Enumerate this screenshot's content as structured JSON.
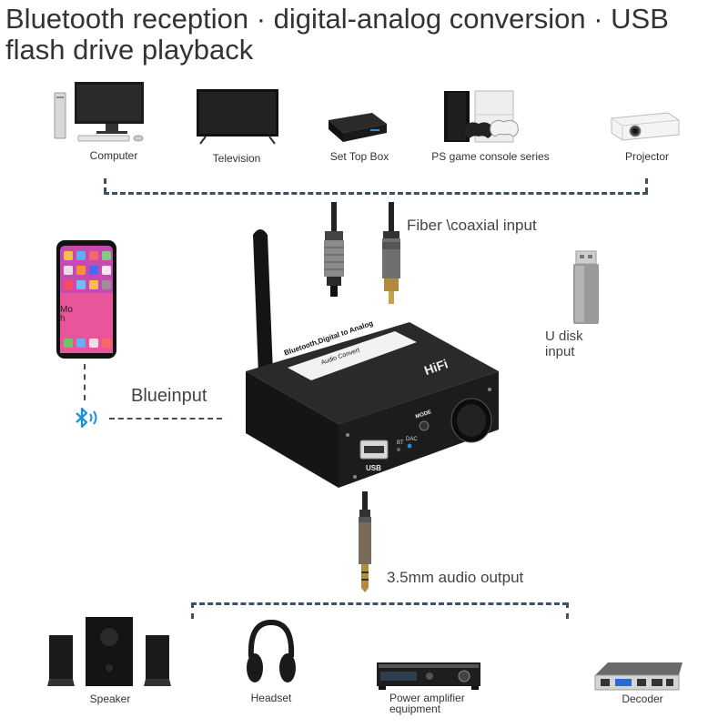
{
  "title": "Bluetooth reception · digital-analog conversion · USB flash drive playback",
  "input_devices": [
    {
      "label": "Computer",
      "icon": "computer-icon"
    },
    {
      "label": "Television",
      "icon": "television-icon"
    },
    {
      "label": "Set Top Box",
      "icon": "set-top-box-icon"
    },
    {
      "label": "PS game console series",
      "icon": "game-console-icon"
    },
    {
      "label": "Projector",
      "icon": "projector-icon"
    }
  ],
  "callouts": {
    "fiber_input": "Fiber \\coaxial input",
    "u_disk_input": "U disk\ninput",
    "blue_input": "Blueinput",
    "audio_output": "3.5mm audio output"
  },
  "phone_text": "Mo\nh",
  "device": {
    "faceplate": "Bluetooth,Digital to Analog",
    "faceplate_sub": "Audio Convert",
    "brand": "HiFi",
    "mode_label": "MODE",
    "bt_label": "BT",
    "dac_label": "DAC",
    "usb_label": "USB"
  },
  "output_devices": [
    {
      "label": "Speaker",
      "icon": "speaker-icon"
    },
    {
      "label": "Headset",
      "icon": "headset-icon"
    },
    {
      "label": "Power amplifier equipment",
      "icon": "amplifier-icon"
    },
    {
      "label": "Decoder",
      "icon": "decoder-icon"
    }
  ],
  "colors": {
    "dash_line": "#3d4f62",
    "bluetooth_blue": "#1a8fe0",
    "body_black": "#1c1c1c"
  }
}
